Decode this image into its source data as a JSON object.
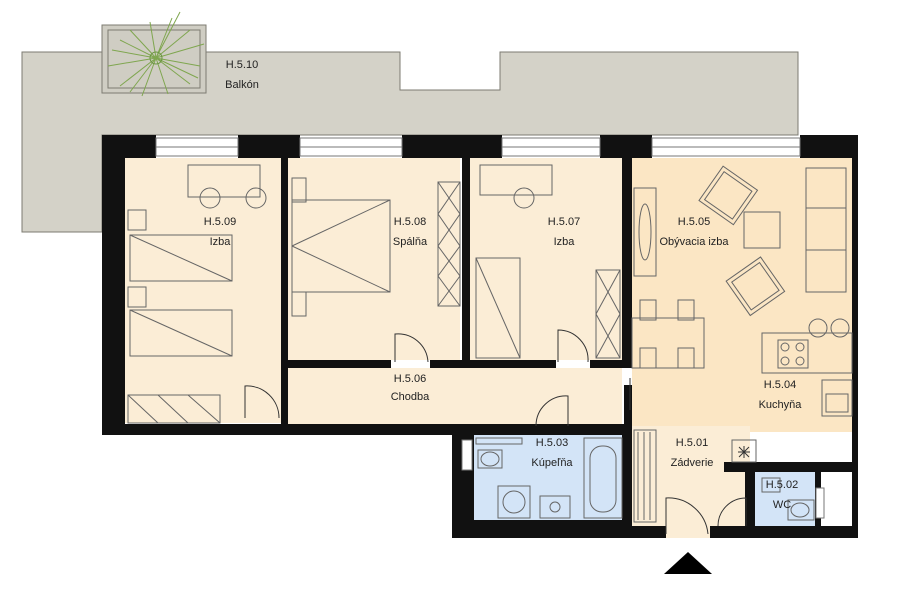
{
  "colors": {
    "wall": "#111111",
    "room_warm": "#fbedd6",
    "living": "#fbe6c4",
    "bathroom": "#d3e4f7",
    "balcony": "#d4d2c8",
    "balcony_stroke": "#7d7b72",
    "furniture_line": "#666666",
    "entrance_marker": "#000000"
  },
  "rooms": [
    {
      "code": "H.5.10",
      "name": "Balkón"
    },
    {
      "code": "H.5.09",
      "name": "Izba"
    },
    {
      "code": "H.5.08",
      "name": "Spálňa"
    },
    {
      "code": "H.5.07",
      "name": "Izba"
    },
    {
      "code": "H.5.05",
      "name": "Obývacia izba"
    },
    {
      "code": "H.5.06",
      "name": "Chodba"
    },
    {
      "code": "H.5.04",
      "name": "Kuchyňa"
    },
    {
      "code": "H.5.03",
      "name": "Kúpeľňa"
    },
    {
      "code": "H.5.01",
      "name": "Zádverie"
    },
    {
      "code": "H.5.02",
      "name": "WC"
    }
  ],
  "icons": {
    "plant": "plant-icon",
    "entrance": "entrance-arrow-icon",
    "shaft": "shaft-asterisk-icon"
  }
}
